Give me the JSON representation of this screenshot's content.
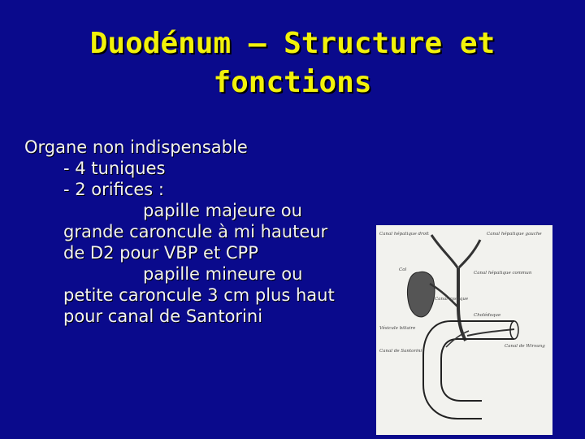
{
  "slide": {
    "title_line1": "Duodénum – Structure et",
    "title_line2": "fonctions",
    "heading": "Organe non indispensable",
    "item1": "- 4 tuniques",
    "item2": "- 2 orifices :",
    "major_lead": "papille majeure ou",
    "major_rest": "grande caroncule à mi hauteur de D2 pour VBP et CPP",
    "minor_lead": "papille mineure ou",
    "minor_rest": "petite caroncule 3 cm plus haut pour canal de Santorini"
  },
  "figure": {
    "labels": {
      "l1": "Canal hépatique droit",
      "l2": "Canal hépatique gauche",
      "l3": "Col",
      "l4": "Canal hépatique commun",
      "l5": "Canal cystique",
      "l6": "Cholédoque",
      "l7": "Vésicule biliaire",
      "l8": "Canal de Santorini",
      "l9": "Canal de Wirsung"
    }
  }
}
